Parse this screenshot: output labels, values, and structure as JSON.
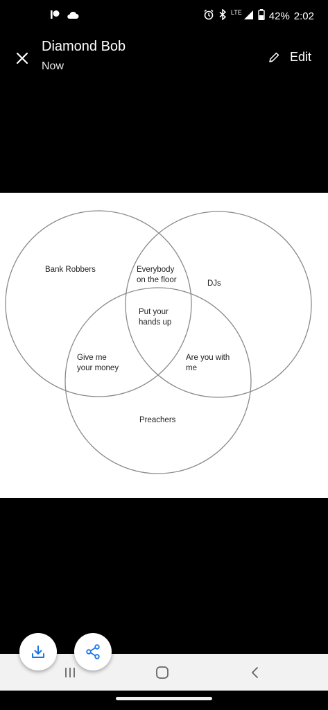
{
  "status_bar": {
    "icons_left": [
      "pinterest-icon",
      "cloud-icon"
    ],
    "icons_right": [
      "alarm-icon",
      "bluetooth-icon",
      "lte-signal-icon",
      "battery-icon"
    ],
    "network": "LTE",
    "battery_pct": "42%",
    "time": "2:02"
  },
  "header": {
    "title": "Diamond Bob",
    "subtitle": "Now",
    "edit_label": "Edit"
  },
  "venn": {
    "labels": {
      "bank_robbers": "Bank Robbers",
      "everybody_on_floor_1": "Everybody",
      "everybody_on_floor_2": "on the floor",
      "djs": "DJs",
      "put_hands_up_1": "Put your",
      "put_hands_up_2": "hands up",
      "give_money_1": "Give me",
      "give_money_2": "your money",
      "are_you_with_1": "Are you with",
      "are_you_with_2": "me",
      "preachers": "Preachers"
    }
  },
  "actions": {
    "download_icon": "download-icon",
    "share_icon": "share-icon"
  },
  "colors": {
    "background": "#000000",
    "fab_icon": "#1a73e8",
    "nav_bar": "#f2f2f2"
  }
}
